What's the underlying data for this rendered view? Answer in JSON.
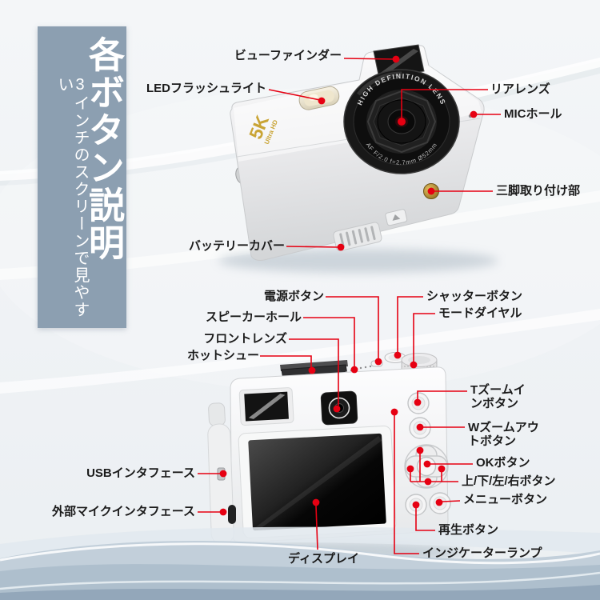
{
  "banner": {
    "title": "各ボタン説明",
    "subtitle": "3インチのスクリーンで見やすい"
  },
  "front_camera": {
    "logo_top": "5K",
    "logo_bottom": "Ultra HD",
    "lens_text_top": "HIGH DEFINITION LENS",
    "lens_text_bottom": "AF  F/2.0  f=2.7mm  Ø52mm"
  },
  "callouts": {
    "viewfinder": "ビューファインダー",
    "led_flash": "LEDフラッシュライト",
    "rear_lens": "リアレンズ",
    "mic_hole": "MICホール",
    "tripod_mount": "三脚取り付け部",
    "battery_cover": "バッテリーカバー",
    "power_button": "電源ボタン",
    "shutter_button": "シャッターボタン",
    "speaker_hole": "スピーカーホール",
    "mode_dial": "モードダイヤル",
    "front_lens": "フロントレンズ",
    "hot_shoe": "ホットシュー",
    "t_zoom_button": "Tズームインボタン",
    "w_zoom_button": "Wズームアウトボタン",
    "ok_button": "OKボタン",
    "direction_buttons": "上/下/左/右ボタン",
    "menu_button": "メニューボタン",
    "play_button": "再生ボタン",
    "indicator_lamp": "インジケーターランプ",
    "usb_interface": "USBインタフェース",
    "ext_mic_interface": "外部マイクインタフェース",
    "display": "ディスプレイ"
  },
  "colors": {
    "accent_red": "#e60012",
    "banner_bg": "#8c9fb1",
    "logo_gold": "#c9a435",
    "wave_blue": "#aebfcd"
  }
}
